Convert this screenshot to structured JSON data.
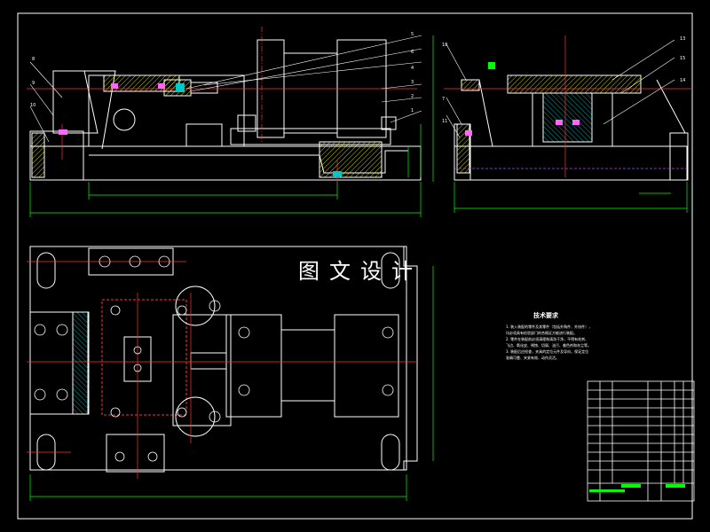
{
  "drawing": {
    "watermark": "图文设计",
    "tech_requirements_title": "技术要求",
    "tech_requirements_lines": [
      "1. 装入装配的零件及其零件（包括外购件、外协件），",
      "均必须具有检验部门的合格证方能进行装配。",
      "2. 零件在装配前必须清理和清洗干净，不得有毛刺、",
      "飞边、氧化皮、锈蚀、切屑、油污、着色剂和灰尘等。",
      "3. 装配后应检查，夹具的定位元件及导向，保证定位",
      "准确可靠、夹紧有效、动作灵活。"
    ],
    "balloons_front": [
      "8",
      "9",
      "10",
      "5",
      "6",
      "4",
      "3",
      "2",
      "1"
    ],
    "balloons_side": [
      "18",
      "7",
      "11",
      "13",
      "15",
      "14"
    ],
    "colors": {
      "background": "#000000",
      "outline": "#ffffff",
      "center_line": "#ff3333",
      "dimension": "#00ff00",
      "hidden_line": "#ff3333",
      "hatch": "#ffff00",
      "screw": "#ff66ff",
      "frame_text": "#00ff00"
    }
  }
}
